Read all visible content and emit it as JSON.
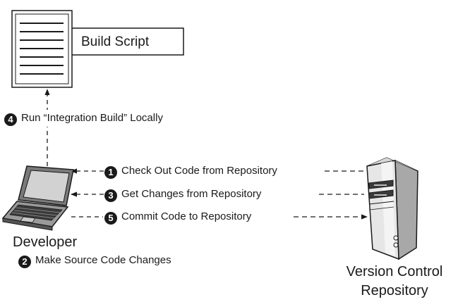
{
  "build_script": {
    "label": "Build Script"
  },
  "steps": [
    {
      "number": "1",
      "text": "Check Out Code from Repository"
    },
    {
      "number": "2",
      "text": "Make Source Code Changes"
    },
    {
      "number": "3",
      "text": "Get Changes from Repository"
    },
    {
      "number": "4",
      "text": "Run “Integration Build” Locally"
    },
    {
      "number": "5",
      "text": "Commit Code to Repository"
    }
  ],
  "developer": {
    "label": "Developer"
  },
  "repository": {
    "label_line1": "Version Control",
    "label_line2": "Repository"
  },
  "colors": {
    "ink": "#1a1a1a",
    "server_fill": "#e6e6e6",
    "laptop_fill": "#9a9a9a"
  }
}
